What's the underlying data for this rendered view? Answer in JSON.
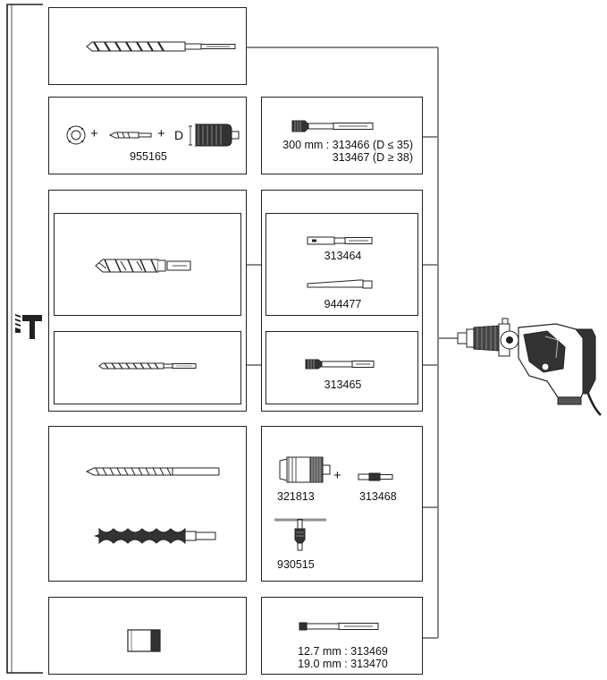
{
  "rows": {
    "row2": {
      "part_left": "955165",
      "glyph_plus_1": "+",
      "glyph_plus_2": "+",
      "dim_letter": "D",
      "line_1": "300 mm : 313466 (D ≤ 35)",
      "line_2": "313467 (D ≥ 38)"
    },
    "row3": {
      "part_a": "313464",
      "part_b": "944477",
      "part_c": "313465"
    },
    "row4": {
      "part_chuck": "321813",
      "glyph_plus": "+",
      "part_adapter": "313468",
      "part_key": "930515"
    },
    "row5": {
      "line_1": "12.7 mm : 313469",
      "line_2": "19.0 mm : 313470"
    }
  },
  "icons": {
    "side_mode": "hammer-drill-mode-icon",
    "tool": "rotary-hammer-icon"
  }
}
